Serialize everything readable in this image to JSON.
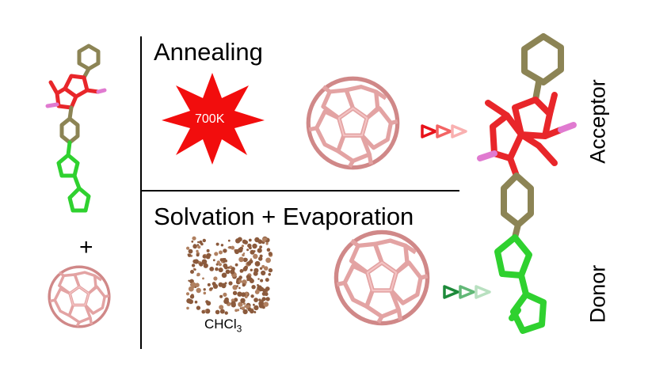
{
  "panels": {
    "annealing": {
      "title": "Annealing",
      "temperature_label": "700K"
    },
    "solvation": {
      "title": "Solvation + Evaporation",
      "solvent_label": "CHCl",
      "solvent_subscript": "3"
    }
  },
  "plus_sign": "+",
  "roles": {
    "acceptor": "Acceptor",
    "donor": "Donor"
  },
  "colors": {
    "acceptor": "#e8262a",
    "linker": "#8c8455",
    "donor": "#2fd12f",
    "fullerene": "#e8a0a0",
    "terminal": "#e07ad0",
    "star": "#f20d0d",
    "solvent": "#8b5a3c"
  }
}
